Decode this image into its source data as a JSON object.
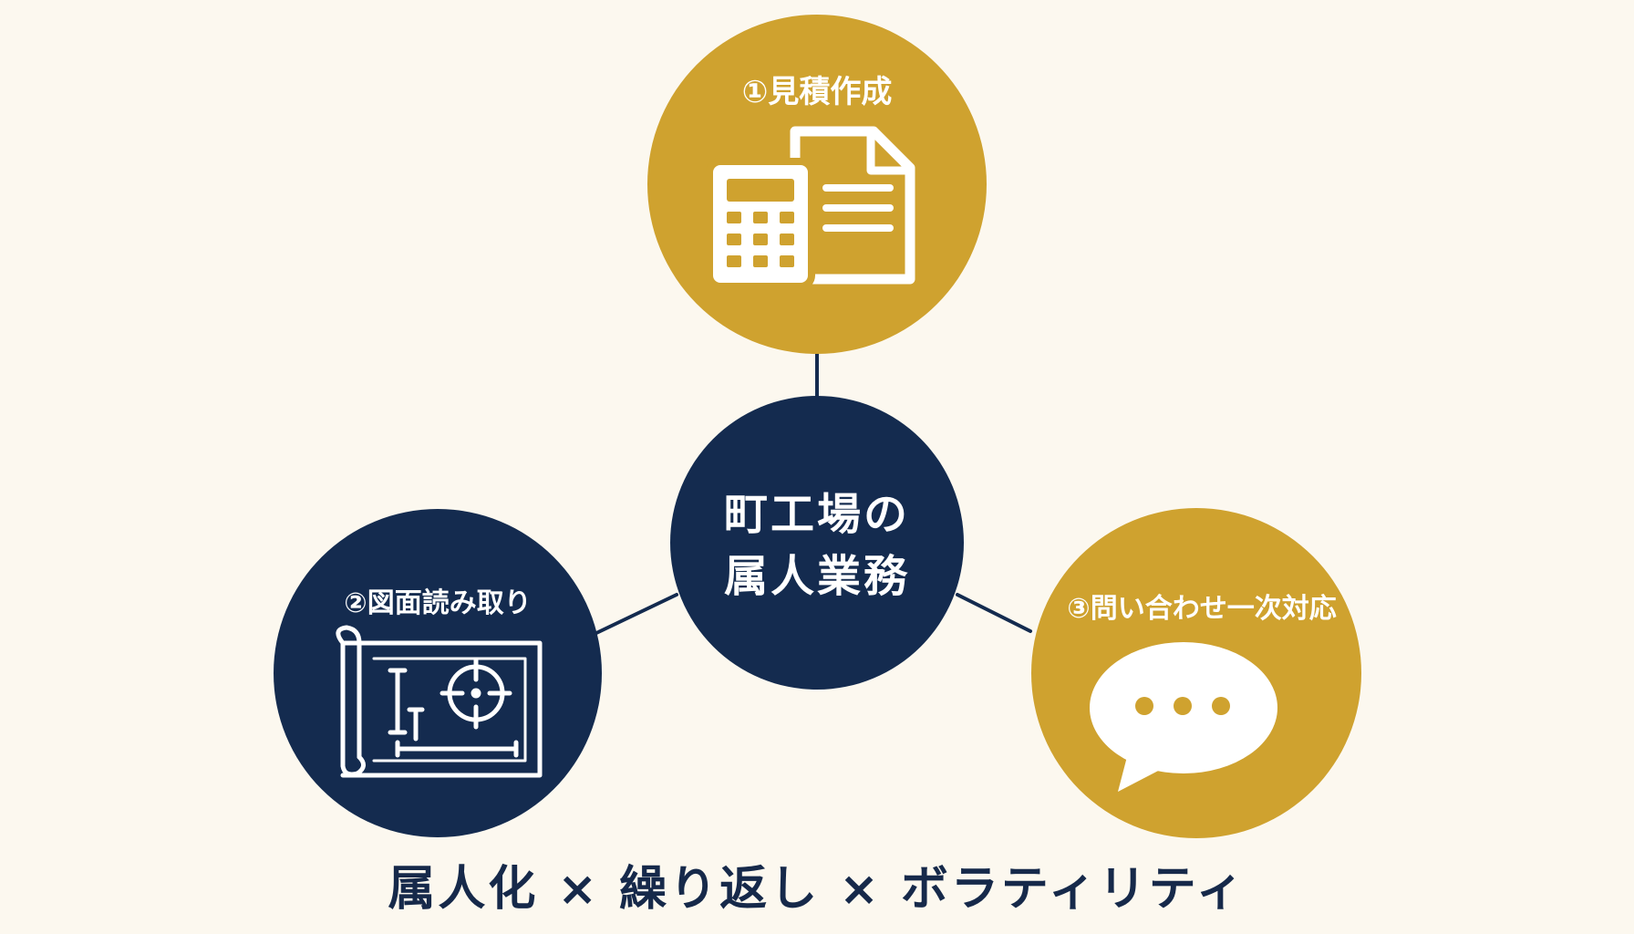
{
  "colors": {
    "background": "#fcf8ef",
    "navy": "#142b4f",
    "gold": "#cfa22f",
    "connector": "#142b4f",
    "icon": "#ffffff"
  },
  "center": {
    "line1": "町工場の",
    "line2": "属人業務"
  },
  "nodes": [
    {
      "label": "①見積作成",
      "icon": "calculator-document-icon"
    },
    {
      "label": "②図面読み取り",
      "icon": "blueprint-drawing-icon"
    },
    {
      "label": "③問い合わせ一次対応",
      "icon": "speech-bubble-icon"
    }
  ],
  "footer": "属人化 × 繰り返し × ボラティリティ"
}
